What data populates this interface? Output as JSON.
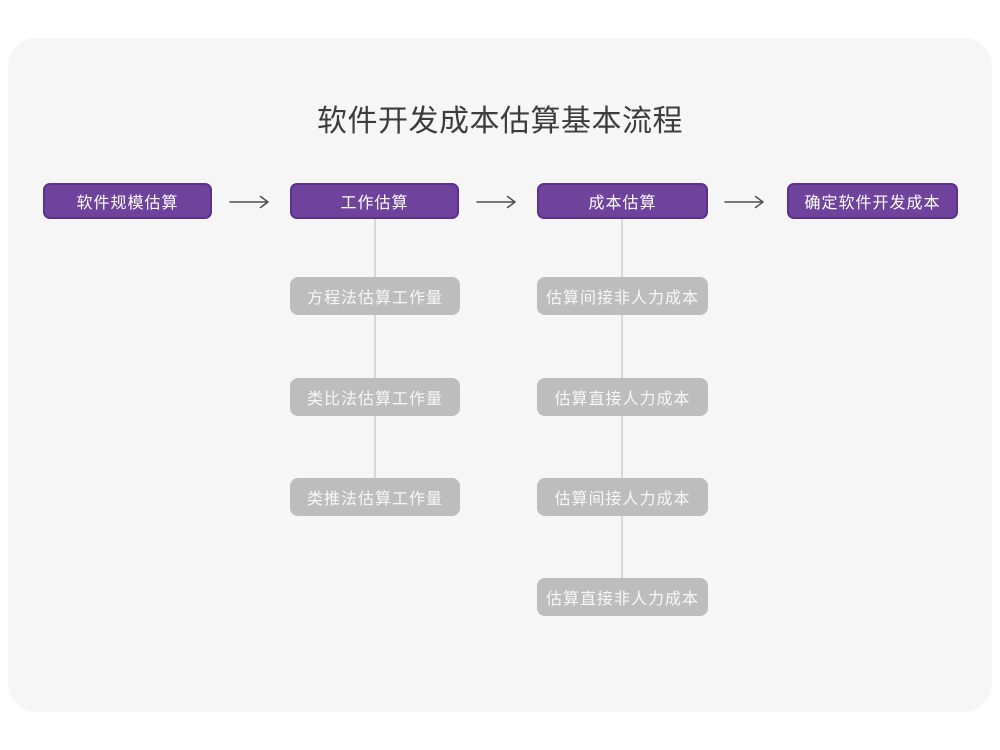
{
  "title": "软件开发成本估算基本流程",
  "colors": {
    "stage_fill": "#6f429c",
    "stage_border": "#5c2f90",
    "sub_fill": "#bdbdbd",
    "connector": "#d8d8d8",
    "arrow": "#4f4f4f",
    "card_bg": "#f6f6f7",
    "title_color": "#3c3c3c"
  },
  "flow": {
    "stages": [
      {
        "label": "软件规模估算"
      },
      {
        "label": "工作估算"
      },
      {
        "label": "成本估算"
      },
      {
        "label": "确定软件开发成本"
      }
    ],
    "columns": [
      {
        "parent": "工作估算",
        "items": [
          "方程法估算工作量",
          "类比法估算工作量",
          "类推法估算工作量"
        ]
      },
      {
        "parent": "成本估算",
        "items": [
          "估算间接非人力成本",
          "估算直接人力成本",
          "估算间接人力成本",
          "估算直接非人力成本"
        ]
      }
    ]
  }
}
